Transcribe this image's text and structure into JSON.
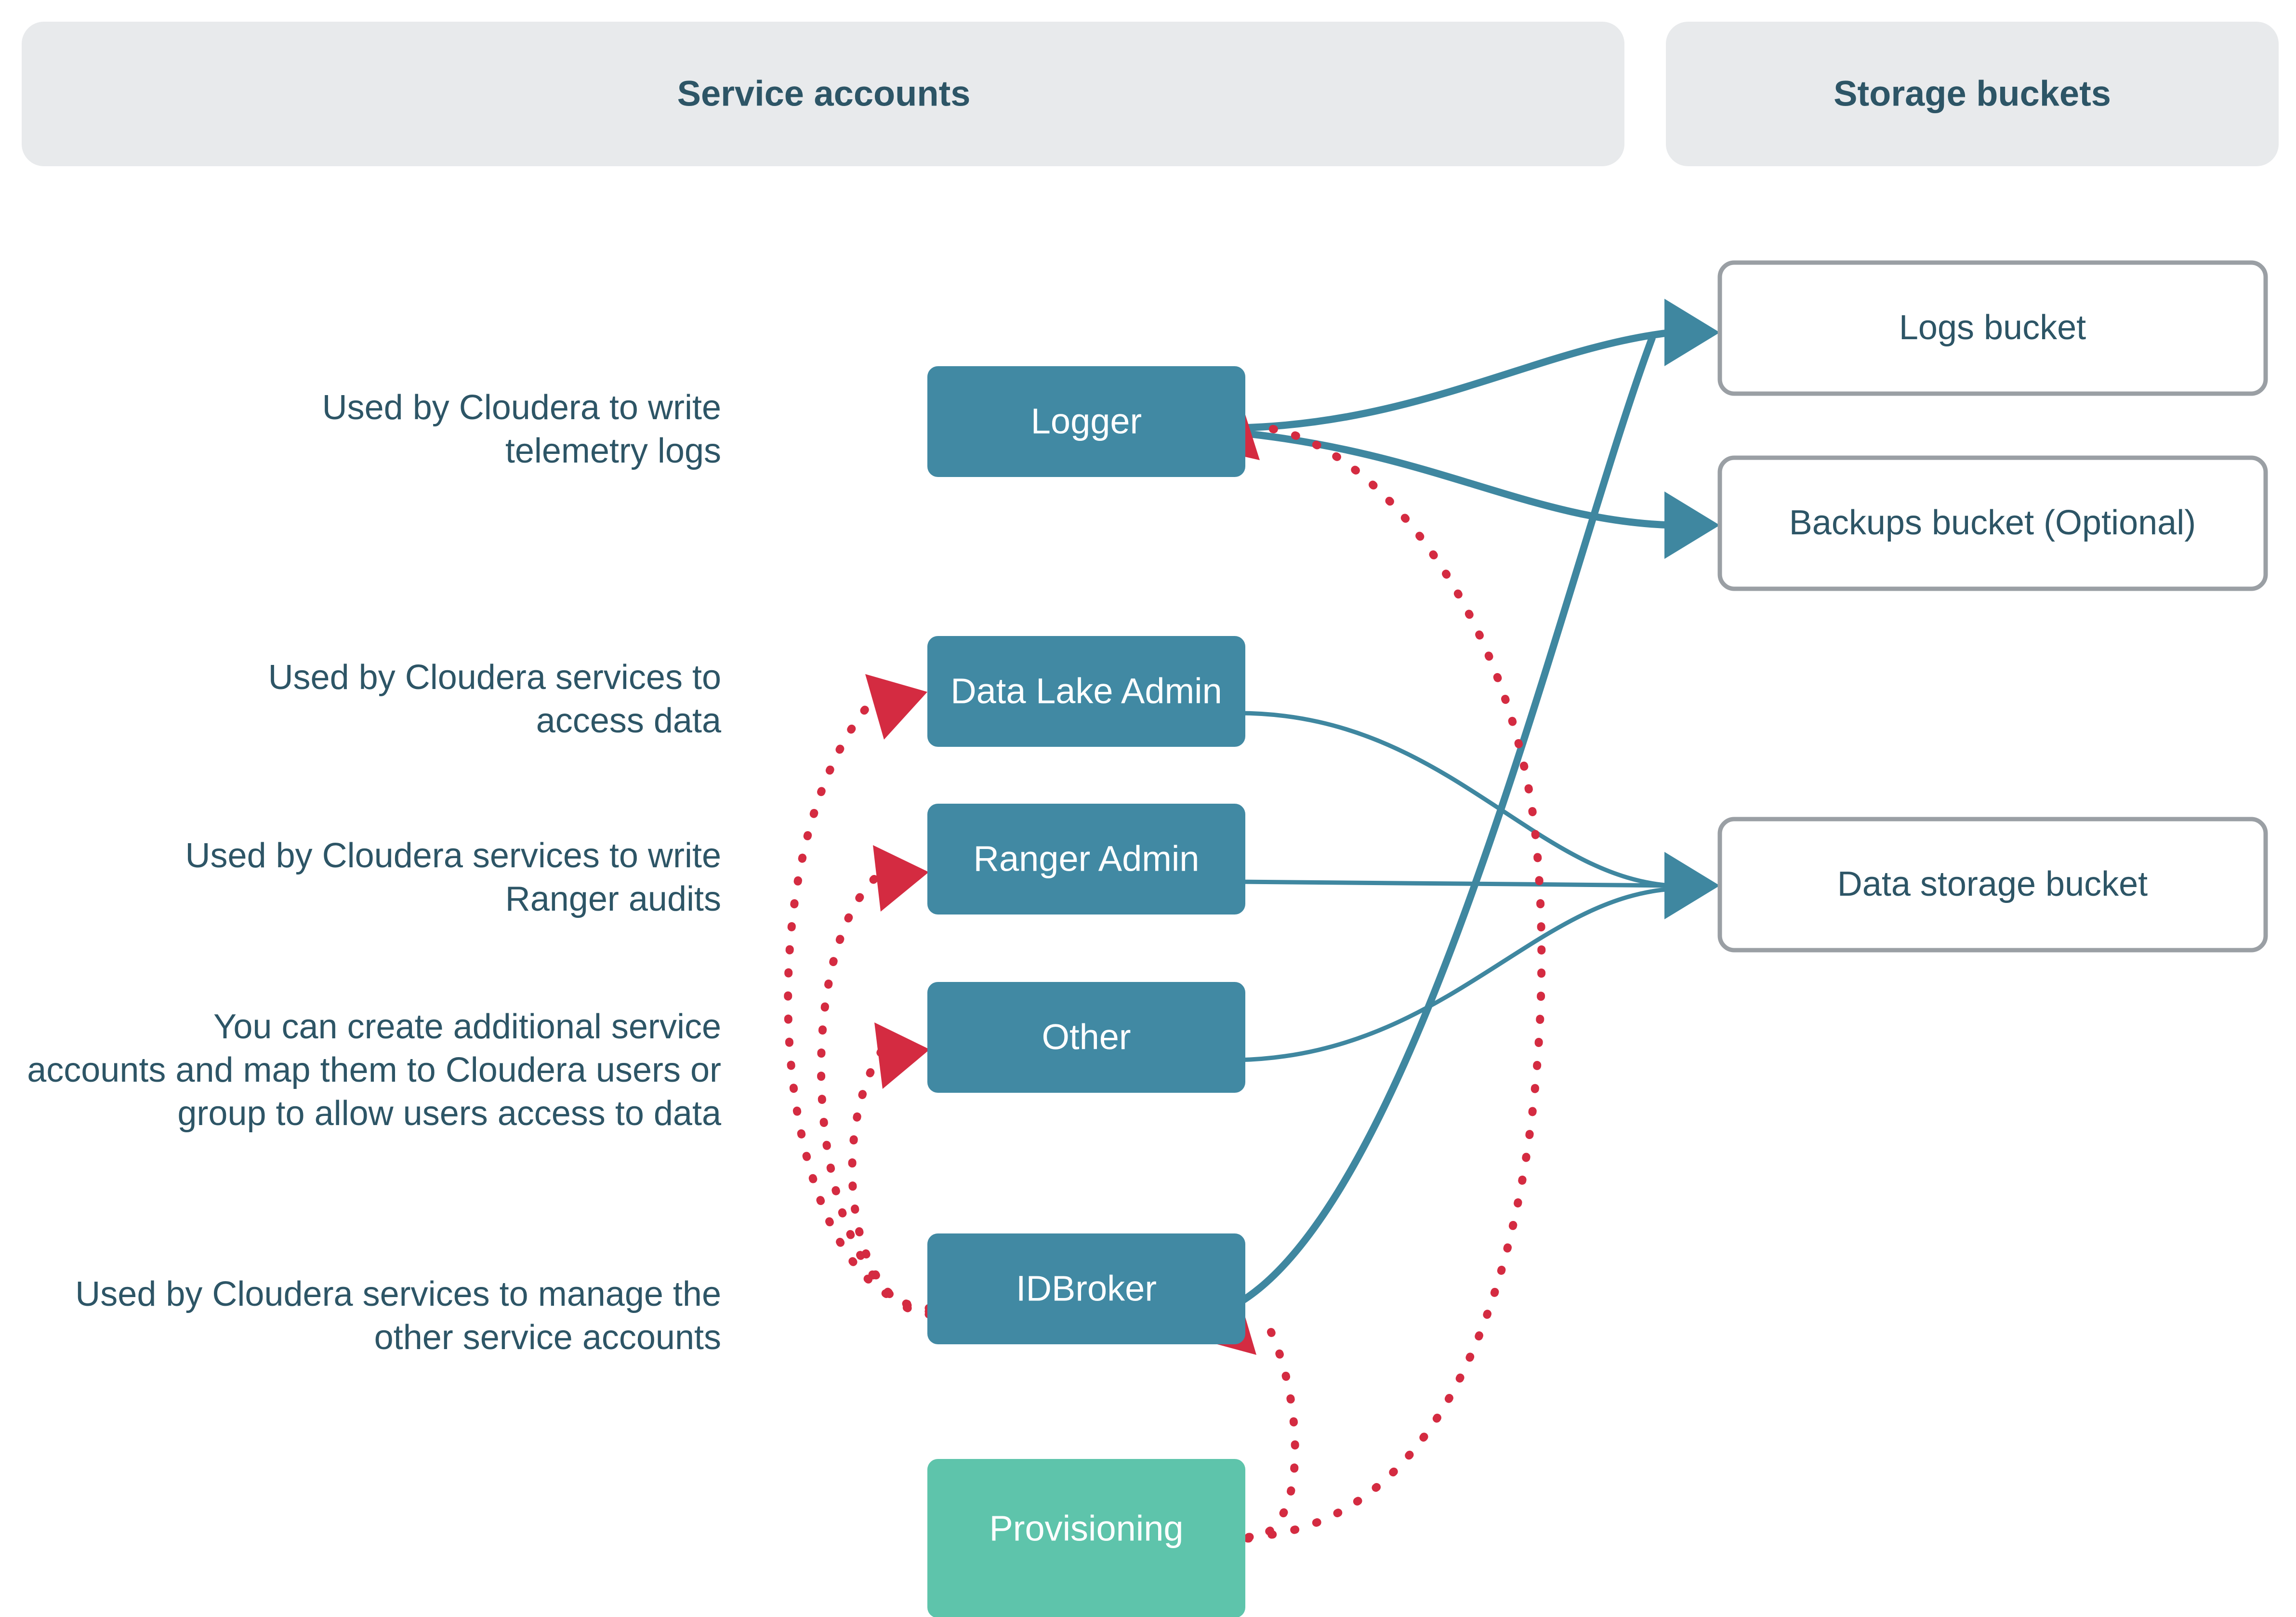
{
  "headers": [
    {
      "id": "service-accounts",
      "label": "Service accounts"
    },
    {
      "id": "storage-buckets",
      "label": "Storage buckets"
    }
  ],
  "notes": [
    {
      "id": "note-logger",
      "lines": [
        "Used by Cloudera to write",
        "telemetry logs"
      ]
    },
    {
      "id": "note-datalake",
      "lines": [
        "Used by Cloudera services to",
        "access data"
      ]
    },
    {
      "id": "note-ranger",
      "lines": [
        "Used by Cloudera services to write",
        "Ranger audits"
      ]
    },
    {
      "id": "note-other",
      "lines": [
        "You can create additional service",
        "accounts and map them to Cloudera users or",
        "group to allow users access to data"
      ]
    },
    {
      "id": "note-idbroker",
      "lines": [
        "Used by Cloudera services to manage the",
        "other service accounts"
      ]
    }
  ],
  "service_accounts": [
    {
      "id": "logger",
      "label": "Logger",
      "color": "#4189a3"
    },
    {
      "id": "datalake",
      "label": "Data Lake Admin",
      "color": "#4189a3"
    },
    {
      "id": "ranger",
      "label": "Ranger Admin",
      "color": "#4189a3"
    },
    {
      "id": "other",
      "label": "Other",
      "color": "#4189a3"
    },
    {
      "id": "idbroker",
      "label": "IDBroker",
      "color": "#4189a3"
    },
    {
      "id": "provisioning",
      "label": "Provisioning",
      "color": "#5ec4ab"
    }
  ],
  "storage_buckets": [
    {
      "id": "logs-bucket",
      "label": "Logs bucket"
    },
    {
      "id": "backups-bucket",
      "label": "Backups bucket (Optional)"
    },
    {
      "id": "data-bucket",
      "label": "Data storage bucket"
    }
  ],
  "connections": [
    {
      "from": "logger",
      "to": "logs-bucket",
      "style": "solid-teal"
    },
    {
      "from": "logger",
      "to": "backups-bucket",
      "style": "solid-teal"
    },
    {
      "from": "datalake",
      "to": "data-bucket",
      "style": "solid-teal"
    },
    {
      "from": "ranger",
      "to": "data-bucket",
      "style": "solid-teal"
    },
    {
      "from": "other",
      "to": "data-bucket",
      "style": "solid-teal"
    },
    {
      "from": "idbroker",
      "to": "logs-bucket",
      "style": "solid-teal"
    },
    {
      "from": "idbroker",
      "to": "datalake",
      "style": "dotted-red"
    },
    {
      "from": "idbroker",
      "to": "ranger",
      "style": "dotted-red"
    },
    {
      "from": "idbroker",
      "to": "other",
      "style": "dotted-red"
    },
    {
      "from": "provisioning",
      "to": "idbroker",
      "style": "dotted-red"
    },
    {
      "from": "provisioning",
      "to": "logger",
      "style": "dotted-red"
    }
  ],
  "colors": {
    "panel_bg": "#e8eaec",
    "panel_text": "#2d5566",
    "account_blue": "#4189a3",
    "account_green": "#5ec4ab",
    "bucket_border": "#9a9fa4",
    "edge_teal": "#3f87a0",
    "edge_red": "#d42b41"
  }
}
